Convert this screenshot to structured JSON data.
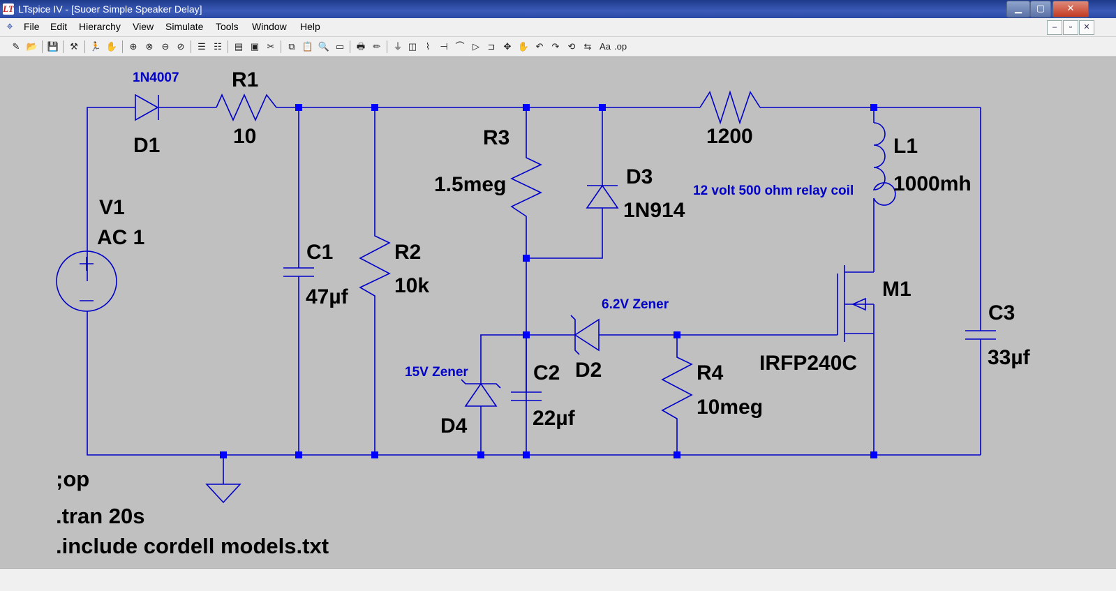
{
  "window": {
    "title": "LTspice IV - [Suoer Simple Speaker Delay]",
    "app_icon": "LT",
    "minimize": "▁",
    "maximize": "▢",
    "close": "✕"
  },
  "menu": {
    "items": [
      "File",
      "Edit",
      "Hierarchy",
      "View",
      "Simulate",
      "Tools",
      "Window",
      "Help"
    ],
    "mdi_minimize": "–",
    "mdi_restore": "▫",
    "mdi_close": "✕"
  },
  "toolbar": {
    "icons": [
      "new-schematic-icon",
      "open-icon",
      "save-icon",
      "control-panel-icon",
      "run-icon",
      "halt-icon",
      "zoom-in-icon",
      "zoom-pan-icon",
      "zoom-out-icon",
      "zoom-fit-icon",
      "tile-horizontal-icon",
      "tile-vertical-icon",
      "cascade-icon",
      "close-window-icon",
      "cut-icon",
      "copy-icon",
      "paste-icon",
      "find-icon",
      "print-setup-icon",
      "print-icon",
      "wire-icon",
      "ground-icon",
      "label-net-icon",
      "resistor-icon",
      "capacitor-icon",
      "inductor-icon",
      "diode-icon",
      "component-icon",
      "move-icon",
      "drag-icon",
      "undo-icon",
      "redo-icon",
      "rotate-icon",
      "mirror-icon",
      "text-icon",
      "spice-directive-icon"
    ],
    "glyphs": [
      "✎",
      "📂",
      "💾",
      "⚒",
      "🏃",
      "✋",
      "⊕",
      "⊗",
      "⊖",
      "⊘",
      "☰",
      "☷",
      "▤",
      "▣",
      "✂",
      "⧉",
      "📋",
      "🔍",
      "▭",
      "🖶",
      "✏",
      "⏚",
      "◫",
      "⌇",
      "⊣",
      "⌒",
      "▷",
      "⊐",
      "✥",
      "✋",
      "↶",
      "↷",
      "⟲",
      "⇆",
      "Aa",
      ".op"
    ]
  },
  "schematic": {
    "components": {
      "D1": {
        "name": "D1",
        "value": "1N4007"
      },
      "R1": {
        "name": "R1",
        "value": "10"
      },
      "V1": {
        "name": "V1",
        "value": "AC 1"
      },
      "C1": {
        "name": "C1",
        "value": "47µf"
      },
      "R2": {
        "name": "R2",
        "value": "10k"
      },
      "R3": {
        "name": "R3",
        "value": "1.5meg"
      },
      "D3": {
        "name": "D3",
        "value": "1N914"
      },
      "R5": {
        "value": "1200"
      },
      "L1": {
        "name": "L1",
        "value": "1000mh",
        "note": "12 volt 500 ohm relay coil"
      },
      "M1": {
        "name": "M1",
        "value": "IRFP240C"
      },
      "C3": {
        "name": "C3",
        "value": "33µf"
      },
      "D2": {
        "name": "D2",
        "value": "6.2V Zener"
      },
      "D4": {
        "name": "D4",
        "value": "15V Zener"
      },
      "C2": {
        "name": "C2",
        "value": "22µf"
      },
      "R4": {
        "name": "R4",
        "value": "10meg"
      }
    },
    "directives": [
      ";op",
      ".tran 20s",
      ".include cordell models.txt"
    ],
    "colors": {
      "wire": "#0000c8",
      "background": "#c0c0c0",
      "junction": "#0000ff"
    }
  }
}
